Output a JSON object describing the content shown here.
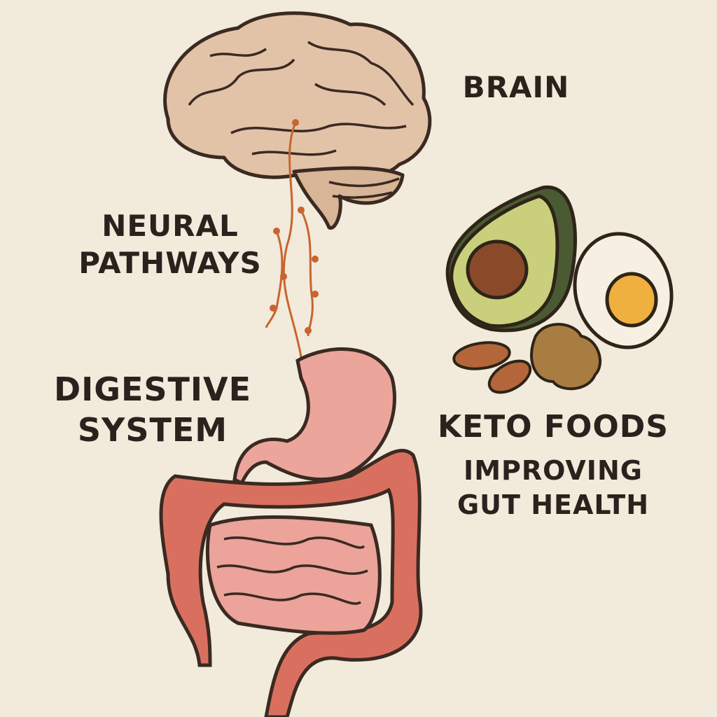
{
  "labels": {
    "brain": "BRAIN",
    "neural": [
      "NEURAL",
      "PATHWAYS"
    ],
    "digestive": [
      "DIGESTIVE",
      "SYSTEM"
    ],
    "keto": "KETO FOODS",
    "gut": [
      "IMPROVING",
      "GUT HEALTH"
    ]
  },
  "colors": {
    "background": "#f2eadb",
    "text": "#2a221d",
    "brain": "#e3c3a8",
    "nerve": "#c8642e",
    "stomach": "#eca59a",
    "intestine": "#d9705f",
    "avocado_flesh": "#c9cf7a",
    "avocado_skin": "#4a5a32",
    "pit": "#8a4a2a",
    "yolk": "#f0b040"
  }
}
